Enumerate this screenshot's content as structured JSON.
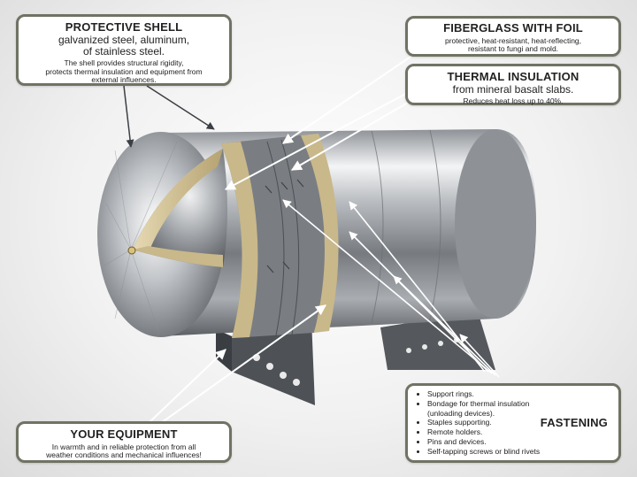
{
  "protective_shell": {
    "title": "PROTECTIVE SHELL",
    "subtitle_line1": "galvanized steel, aluminum,",
    "subtitle_line2": "of stainless steel.",
    "desc_line1": "The shell provides structural rigidity,",
    "desc_line2": "protects thermal insulation and equipment from",
    "desc_line3": "external influences."
  },
  "fiberglass_foil": {
    "title": "FIBERGLASS WITH FOIL",
    "desc_line1": "protective, heat-resistant, heat-reflecting,",
    "desc_line2": "resistant to fungi and mold."
  },
  "thermal_insulation": {
    "title": "THERMAL INSULATION",
    "subtitle": "from mineral basalt slabs.",
    "desc": "Reduces heat loss up to 40%."
  },
  "your_equipment": {
    "title": "YOUR EQUIPMENT",
    "desc_line1": "In warmth and in reliable protection from all",
    "desc_line2": "weather conditions and mechanical influences!"
  },
  "fastening": {
    "title": "FASTENING",
    "items": [
      "Support rings.",
      "Bondage for thermal insulation (unloading devices).",
      "Staples supporting.",
      "Remote holders.",
      "Pins and devices.",
      "Self-tapping screws or blind rivets"
    ]
  },
  "colors": {
    "callout_border": "#6f7364",
    "insulation": "#c9b88a",
    "steel": "#9a9ea3"
  }
}
